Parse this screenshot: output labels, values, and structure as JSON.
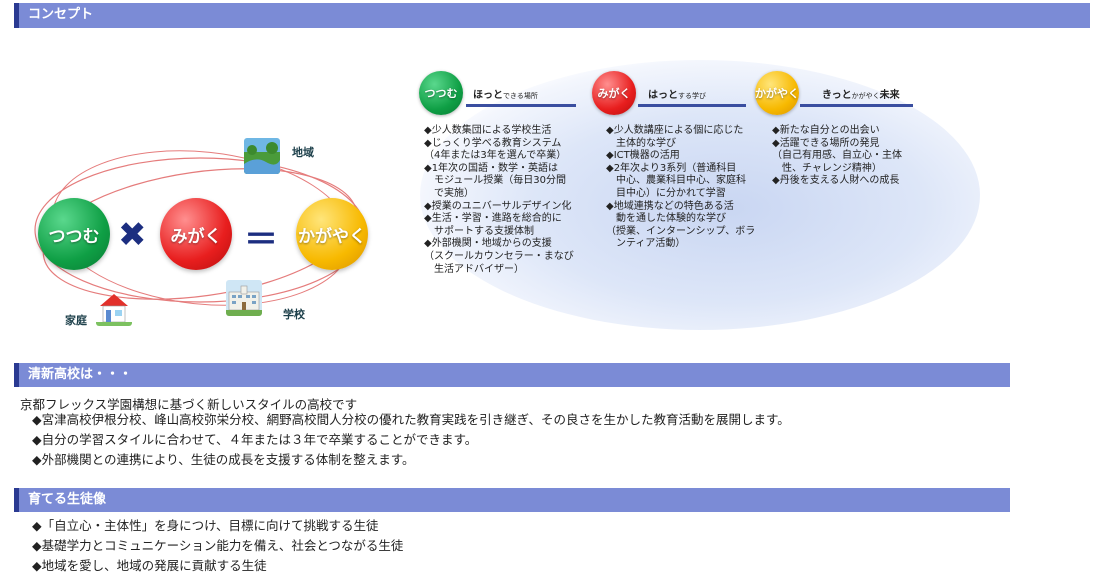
{
  "sections": {
    "concept_title": "コンセプト",
    "school_title": "清新高校は・・・",
    "student_title": "育てる生徒像"
  },
  "diagram": {
    "tsutsumu": "つつむ",
    "migaku": "みがく",
    "kagayaku": "かがやく",
    "times": "✖",
    "equals": "＝",
    "region": "地域",
    "school": "学校",
    "home": "家庭"
  },
  "concept": {
    "col1": {
      "badge": "つつむ",
      "tag_big": "ほっと",
      "tag_small": "できる場所",
      "items": [
        "◆少人数集団による学校生活",
        "◆じっくり学べる教育システム",
        "（4年または3年を選んで卒業）",
        "◆1年次の国語・数学・英語は",
        "　モジュール授業（毎日30分間",
        "　で実施）",
        "◆授業のユニバーサルデザイン化",
        "◆生活・学習・進路を総合的に",
        "　サポートする支援体制",
        "◆外部機関・地域からの支援",
        "（スクールカウンセラー・まなび",
        "　生活アドバイザー）"
      ]
    },
    "col2": {
      "badge": "みがく",
      "tag_big": "はっと",
      "tag_small": "する学び",
      "items": [
        "◆少人数講座による個に応じた",
        "　主体的な学び",
        "◆ICT機器の活用",
        "◆2年次より3系列（普通科目",
        "　中心、農業科目中心、家庭科",
        "　目中心）に分かれて学習",
        "◆地域連携などの特色ある活",
        "　動を通した体験的な学び",
        "（授業、インターンシップ、ボラ",
        "　ンティア活動）"
      ]
    },
    "col3": {
      "badge": "かがやく",
      "tag_big": "きっと",
      "tag_small": "かがやく",
      "tag_big2": "未来",
      "items": [
        "◆新たな自分との出会い",
        "◆活躍できる場所の発見",
        "（自己有用感、自立心・主体",
        "　性、チャレンジ精神）",
        "◆丹後を支える人財への成長"
      ]
    }
  },
  "school": {
    "lead": "京都フレックス学園構想に基づく新しいスタイルの高校です",
    "items": [
      "◆宮津高校伊根分校、峰山高校弥栄分校、網野高校間人分校の優れた教育実践を引き継ぎ、その良さを生かした教育活動を展開します。",
      "◆自分の学習スタイルに合わせて、４年または３年で卒業することができます。",
      "◆外部機関との連携により、生徒の成長を支援する体制を整えます。"
    ]
  },
  "student": {
    "items": [
      "◆「自立心・主体性」を身につけ、目標に向けて挑戦する生徒",
      "◆基礎学力とコミュニケーション能力を備え、社会とつながる生徒",
      "◆地域を愛し、地域の発展に貢献する生徒"
    ]
  },
  "colors": {
    "bar": "#7b8bd6",
    "bar_border": "#2a3a92",
    "green": "#0f9f45",
    "red": "#e81e1e",
    "yellow": "#f7b900"
  }
}
